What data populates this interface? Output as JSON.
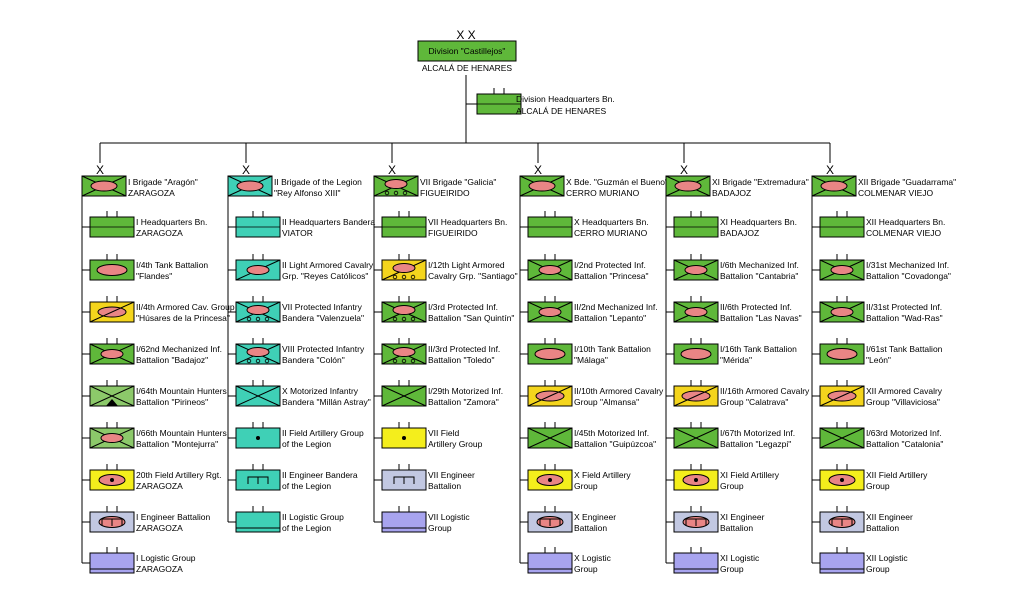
{
  "division": {
    "echelon": "X X",
    "name": "Division \"Castillejos\"",
    "location": "ALCALÁ DE HENARES",
    "type": "hq",
    "hq_bn": {
      "line1": "Division Headquarters Bn.",
      "line2": "ALCALÁ DE HENARES",
      "type": "hq",
      "echelon": "|  |"
    }
  },
  "colors": {
    "infantry": "#5fb83a",
    "infantry_light": "#8cc96a",
    "legion": "#3fd0b6",
    "cavalry": "#f4d51d",
    "artillery": "#f4ee1c",
    "engineer": "#c2c8e2",
    "logistic": "#a8a4ef",
    "armor": "#e98585",
    "line": "#000000"
  },
  "brigades": [
    {
      "echelon": "X",
      "line1": "I Brigade \"Aragón\"",
      "line2": "ZARAGOZA",
      "type": "armor-cross",
      "units": [
        {
          "line1": "I Headquarters Bn.",
          "line2": "ZARAGOZA",
          "type": "hq"
        },
        {
          "line1": "I/4th Tank Battalion",
          "line2": "\"Flandes\"",
          "type": "tank"
        },
        {
          "line1": "II/4th Armored Cav. Group",
          "line2": "\"Húsares de la Princesa\"",
          "type": "cav-armor"
        },
        {
          "line1": "I/62nd Mechanized Inf.",
          "line2": "Battalion \"Badajoz\"",
          "type": "mech"
        },
        {
          "line1": "I/64th Mountain Hunters",
          "line2": "Battalion \"Pirineos\"",
          "type": "mountain"
        },
        {
          "line1": "I/66th Mountain Hunters",
          "line2": "Battalion \"Montejurra\"",
          "type": "mountain-armor"
        },
        {
          "line1": "20th Field Artillery Rgt.",
          "line2": "ZARAGOZA",
          "type": "sp-artillery"
        },
        {
          "line1": "I Engineer Battalion",
          "line2": "ZARAGOZA",
          "type": "armor-engineer"
        },
        {
          "line1": "I Logistic Group",
          "line2": "ZARAGOZA",
          "type": "logistic"
        }
      ]
    },
    {
      "echelon": "X",
      "line1": "II Brigade of the Legion",
      "line2": "\"Rey Alfonso XIII\"",
      "type": "legion-cross",
      "units": [
        {
          "line1": "II Headquarters Bandera",
          "line2": "VIATOR",
          "type": "legion-hq"
        },
        {
          "line1": "II Light Armored Cavalry",
          "line2": "Grp. \"Reyes Católicos\"",
          "type": "legion-cav"
        },
        {
          "line1": "VII Protected Infantry",
          "line2": "Bandera \"Valenzuela\"",
          "type": "legion-wheeled"
        },
        {
          "line1": "VIII Protected Infantry",
          "line2": "Bandera \"Colón\"",
          "type": "legion-wheeled"
        },
        {
          "line1": "X Motorized Infantry",
          "line2": "Bandera \"Millán Astray\"",
          "type": "legion-inf"
        },
        {
          "line1": "II Field Artillery Group",
          "line2": "of the Legion",
          "type": "legion-artillery"
        },
        {
          "line1": "II Engineer Bandera",
          "line2": "of the Legion",
          "type": "legion-engineer"
        },
        {
          "line1": "II Logistic Group",
          "line2": "of the Legion",
          "type": "legion-logistic"
        }
      ]
    },
    {
      "echelon": "X",
      "line1": "VII Brigade \"Galicia\"",
      "line2": "FIGUEIRIDO",
      "type": "wheeled-cross",
      "units": [
        {
          "line1": "VII Headquarters Bn.",
          "line2": "FIGUEIRIDO",
          "type": "hq"
        },
        {
          "line1": "I/12th Light Armored",
          "line2": "Cavalry Grp. \"Santiago\"",
          "type": "cav-wheeled"
        },
        {
          "line1": "I/3rd Protected Inf.",
          "line2": "Battalion \"San Quintín\"",
          "type": "wheeled"
        },
        {
          "line1": "II/3rd Protected Inf.",
          "line2": "Battalion \"Toledo\"",
          "type": "wheeled"
        },
        {
          "line1": "I/29th Motorized Inf.",
          "line2": "Battalion \"Zamora\"",
          "type": "infantry"
        },
        {
          "line1": "VII Field",
          "line2": "Artillery Group",
          "type": "artillery"
        },
        {
          "line1": "VII Engineer",
          "line2": "Battalion",
          "type": "engineer"
        },
        {
          "line1": "VII Logistic",
          "line2": "Group",
          "type": "logistic"
        }
      ]
    },
    {
      "echelon": "X",
      "line1": "X Bde. \"Guzmán el Bueno\"",
      "line2": "CERRO MURIANO",
      "type": "armor-cross",
      "units": [
        {
          "line1": "X Headquarters Bn.",
          "line2": "CERRO MURIANO",
          "type": "hq"
        },
        {
          "line1": "I/2nd Protected Inf.",
          "line2": "Battalion \"Princesa\"",
          "type": "mech"
        },
        {
          "line1": "II/2nd Mechanized Inf.",
          "line2": "Battalion \"Lepanto\"",
          "type": "mech"
        },
        {
          "line1": "I/10th Tank Battalion",
          "line2": "\"Málaga\"",
          "type": "tank"
        },
        {
          "line1": "II/10th Armored Cavalry",
          "line2": "Group \"Almansa\"",
          "type": "cav-armor"
        },
        {
          "line1": "I/45th Motorized Inf.",
          "line2": "Battalion \"Guipúzcoa\"",
          "type": "infantry"
        },
        {
          "line1": "X Field Artillery",
          "line2": "Group",
          "type": "sp-artillery"
        },
        {
          "line1": "X Engineer",
          "line2": "Battalion",
          "type": "armor-engineer"
        },
        {
          "line1": "X Logistic",
          "line2": "Group",
          "type": "logistic"
        }
      ]
    },
    {
      "echelon": "X",
      "line1": "XI Brigade \"Extremadura\"",
      "line2": "BADAJOZ",
      "type": "armor-cross",
      "units": [
        {
          "line1": "XI Headquarters Bn.",
          "line2": "BADAJOZ",
          "type": "hq"
        },
        {
          "line1": "I/6th Mechanized Inf.",
          "line2": "Battalion \"Cantabria\"",
          "type": "mech"
        },
        {
          "line1": "II/6th Protected Inf.",
          "line2": "Battalion \"Las Navas\"",
          "type": "mech"
        },
        {
          "line1": "I/16th Tank Battalion",
          "line2": "\"Mérida\"",
          "type": "tank"
        },
        {
          "line1": "II/16th Armored Cavalry",
          "line2": "Group \"Calatrava\"",
          "type": "cav-armor"
        },
        {
          "line1": "I/67th Motorized Inf.",
          "line2": "Battalion \"Legazpi\"",
          "type": "infantry"
        },
        {
          "line1": "XI Field Artillery",
          "line2": "Group",
          "type": "sp-artillery"
        },
        {
          "line1": "XI Engineer",
          "line2": "Battalion",
          "type": "armor-engineer"
        },
        {
          "line1": "XI Logistic",
          "line2": "Group",
          "type": "logistic"
        }
      ]
    },
    {
      "echelon": "X",
      "line1": "XII Brigade \"Guadarrama\"",
      "line2": "COLMENAR VIEJO",
      "type": "armor-cross",
      "units": [
        {
          "line1": "XII Headquarters Bn.",
          "line2": "COLMENAR VIEJO",
          "type": "hq"
        },
        {
          "line1": "I/31st Mechanized Inf.",
          "line2": "Battalion \"Covadonga\"",
          "type": "mech"
        },
        {
          "line1": "II/31st Protected Inf.",
          "line2": "Battalion \"Wad-Ras\"",
          "type": "mech"
        },
        {
          "line1": "I/61st Tank Battalion",
          "line2": "\"León\"",
          "type": "tank"
        },
        {
          "line1": "XII Armored Cavalry",
          "line2": "Group \"Villaviciosa\"",
          "type": "cav-armor"
        },
        {
          "line1": "I/63rd Motorized Inf.",
          "line2": "Battalion \"Catalonia\"",
          "type": "infantry"
        },
        {
          "line1": "XII Field Artillery",
          "line2": "Group",
          "type": "sp-artillery"
        },
        {
          "line1": "XII Engineer",
          "line2": "Battalion",
          "type": "armor-engineer"
        },
        {
          "line1": "XII Logistic",
          "line2": "Group",
          "type": "logistic"
        }
      ]
    }
  ]
}
